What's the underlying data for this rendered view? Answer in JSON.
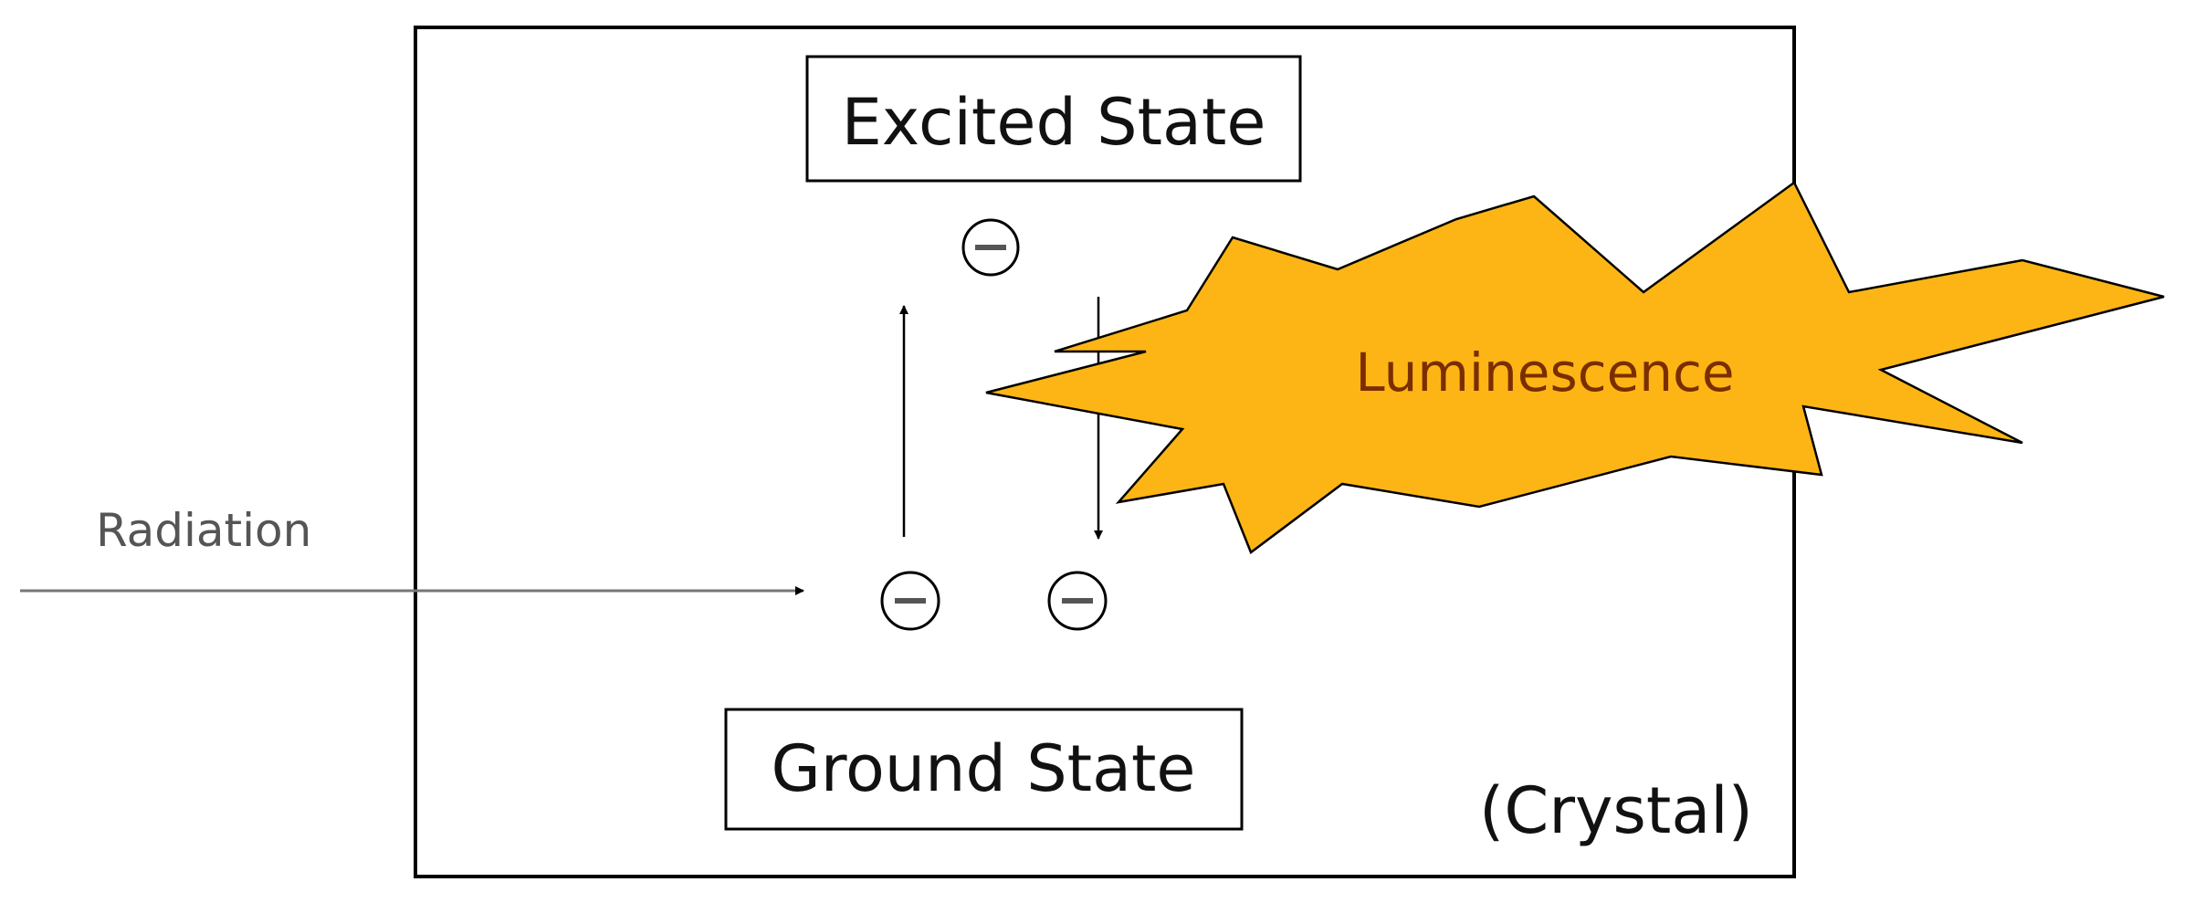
{
  "diagram": {
    "excited_state_label": "Excited State",
    "ground_state_label": "Ground State",
    "crystal_label": "(Crystal)",
    "radiation_label": "Radiation",
    "luminescence_label": "Luminescence",
    "electron_symbol": "−",
    "electron_count": 3
  },
  "colors": {
    "burst_fill": "#fdb515",
    "luminescence_text": "#7a2e00",
    "outline": "#000000",
    "radiation_line": "#777777",
    "radiation_text": "#555555"
  }
}
